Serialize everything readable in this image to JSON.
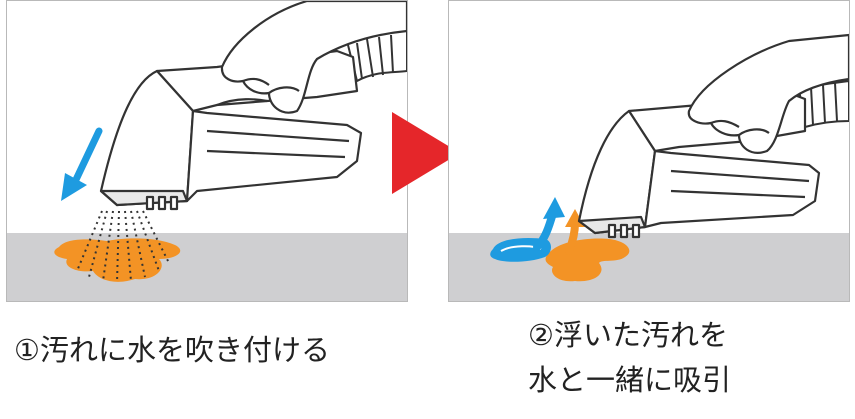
{
  "steps": [
    {
      "caption": "①汚れに水を吹き付ける",
      "stain_color": "#f39325",
      "arrow_color": "#1e9be0"
    },
    {
      "caption_line1": "②浮いた汚れを",
      "caption_line2": "水と一緒に吸引",
      "stain_color": "#f39325",
      "water_color": "#1e9be0"
    }
  ],
  "transition_arrow_color": "#e5262a",
  "floor_color": "#cfcfd1"
}
